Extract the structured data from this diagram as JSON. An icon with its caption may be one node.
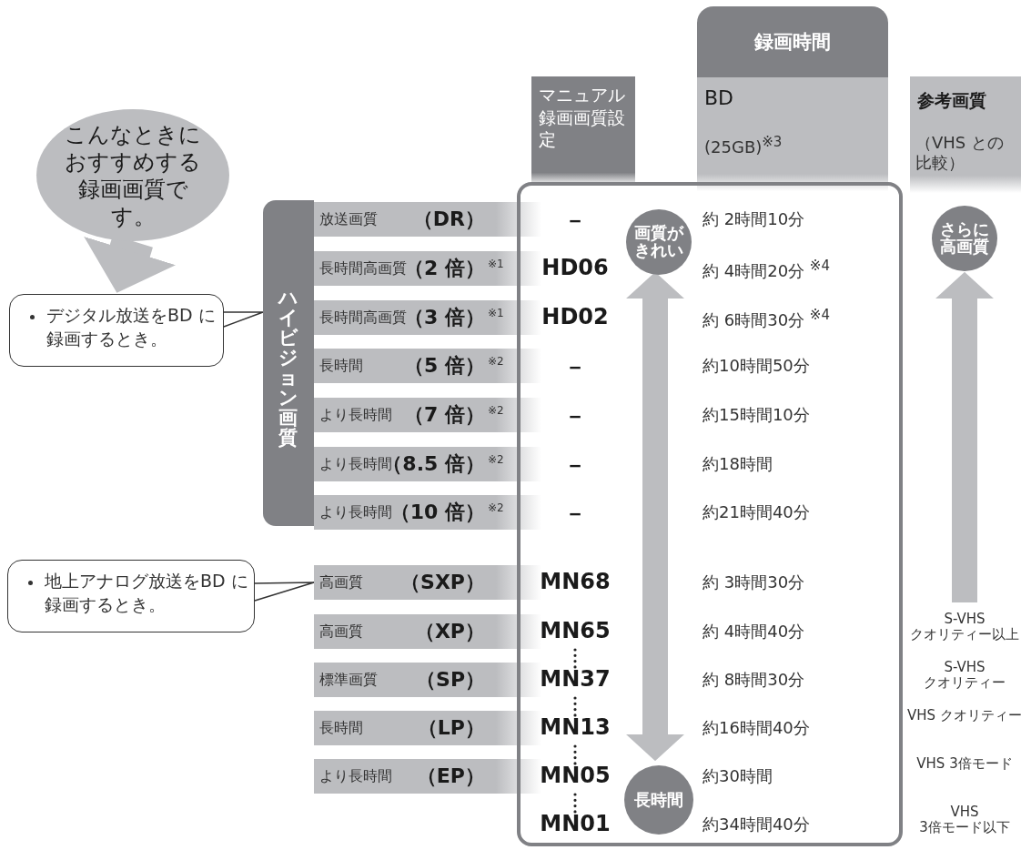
{
  "diagram": {
    "nodes": [
      {
        "text": [
          "こんなときにおすすめする録画画質です。"
        ]
      },
      {
        "text": [
          "デジタル放送をBD に録画するとき。"
        ]
      },
      {
        "text": [
          "地上アナログ放送をBD に録画するとき。"
        ]
      },
      {
        "text": [
          "録画時間"
        ]
      },
      {
        "text": [
          "BD",
          "(25GB)$^{※3}$"
        ]
      },
      {
        "text": [
          "マニュアル録画画質設定"
        ]
      },
      {
        "text": [
          "参考画質",
          "（VHS との比較）"
        ]
      },
      {
        "text": [
          "ハイビジョン画質"
        ]
      },
      {
        "text": [
          "放送画質",
          "（DR）"
        ]
      },
      {
        "text": [
          "長時間高画質",
          "（2 倍）",
          "※1"
        ]
      },
      {
        "text": [
          "長時間高画質",
          "（3 倍）",
          "※1"
        ]
      },
      {
        "text": [
          "長時間",
          "（5 倍）",
          "※2"
        ]
      },
      {
        "text": [
          "より長時間",
          "（7 倍）",
          "※2"
        ]
      },
      {
        "text": [
          "より長時間",
          "（8.5 倍）",
          "※2"
        ]
      },
      {
        "text": [
          "より長時間",
          "（10 倍）",
          "※2"
        ]
      },
      {
        "text": [
          "高画質",
          "（SXP）"
        ]
      },
      {
        "text": [
          "高画質",
          "（XP）"
        ]
      },
      {
        "text": [
          "標準画質",
          "（SP）"
        ]
      },
      {
        "text": [
          "長時間",
          "（LP）"
        ]
      },
      {
        "text": [
          "より長時間",
          "（EP）"
        ]
      },
      {
        "text": [],
        "shape": "box"
      },
      {
        "text": [
          "画質がきれい"
        ],
        "in": 20
      },
      {
        "text": [
          "長時間"
        ],
        "in": 20
      },
      {
        "text": [
          "さらに高画質"
        ]
      }
    ],
    "edges": [
      {
        "from": 0,
        "to": 1,
        "arrow": "to"
      },
      {
        "from": 1,
        "to": 7,
        "arrow": "none",
        "color": "#333333"
      },
      {
        "from": 2,
        "to": 15,
        "arrow": "none",
        "color": "#333333"
      },
      {
        "from": 21,
        "to": 22,
        "arrow": "both"
      },
      {
        "from": null,
        "to": 23,
        "arrow": "to"
      }
    ],
    "labels": [
      "－",
      "約 2時間10分",
      "HD06",
      "約 4時間20分 $^{※4}$",
      "HD02",
      "約 6時間30分 $^{※4}$",
      "－",
      "約10時間50分",
      "－",
      "約15時間10分",
      "－",
      "約18時間",
      "－",
      "約21時間40分",
      "MN68",
      "約 3時間30分",
      "MN65",
      "約 4時間40分",
      "S-VHS クオリティー以上",
      "MN37",
      "約 8時間30分",
      "S-VHS クオリティー",
      "MN13",
      "約16時間40分",
      "VHS クオリティー",
      "MN05",
      "約30時間",
      "VHS 3倍モード",
      "MN01",
      "約34時間40分",
      "VHS 3倍モード以下"
    ]
  }
}
